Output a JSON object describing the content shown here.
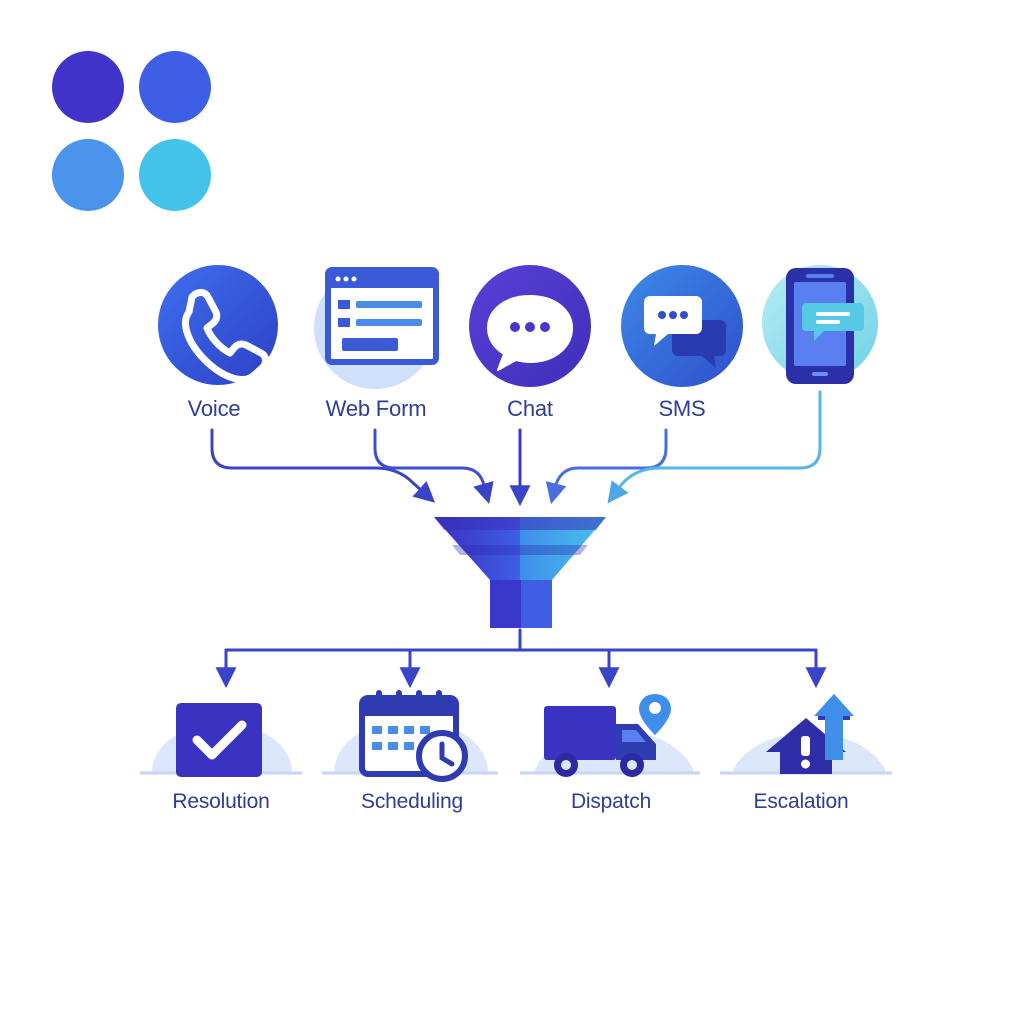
{
  "colors": {
    "indigo": "#3f33c9",
    "royal": "#3f5ee6",
    "azure": "#4a94ec",
    "cyan": "#44c3ea",
    "navy": "#2d3aa8",
    "arrow_blue": "#3a4ccf",
    "arrow_light": "#57b8e6",
    "pale": "#dbe6fb"
  },
  "logo": {
    "dots": [
      "indigo",
      "royal",
      "azure",
      "cyan"
    ]
  },
  "inputs": [
    {
      "label": "Voice",
      "icon": "phone-icon"
    },
    {
      "label": "Web Form",
      "icon": "web-form-icon"
    },
    {
      "label": "Chat",
      "icon": "chat-bubble-icon"
    },
    {
      "label": "SMS",
      "icon": "sms-icon"
    },
    {
      "label": "",
      "icon": "mobile-message-icon"
    }
  ],
  "hub": {
    "icon": "funnel-icon"
  },
  "outputs": [
    {
      "label": "Resolution",
      "icon": "checkbox-icon"
    },
    {
      "label": "Scheduling",
      "icon": "calendar-clock-icon"
    },
    {
      "label": "Dispatch",
      "icon": "truck-location-icon"
    },
    {
      "label": "Escalation",
      "icon": "escalation-arrows-icon"
    }
  ]
}
